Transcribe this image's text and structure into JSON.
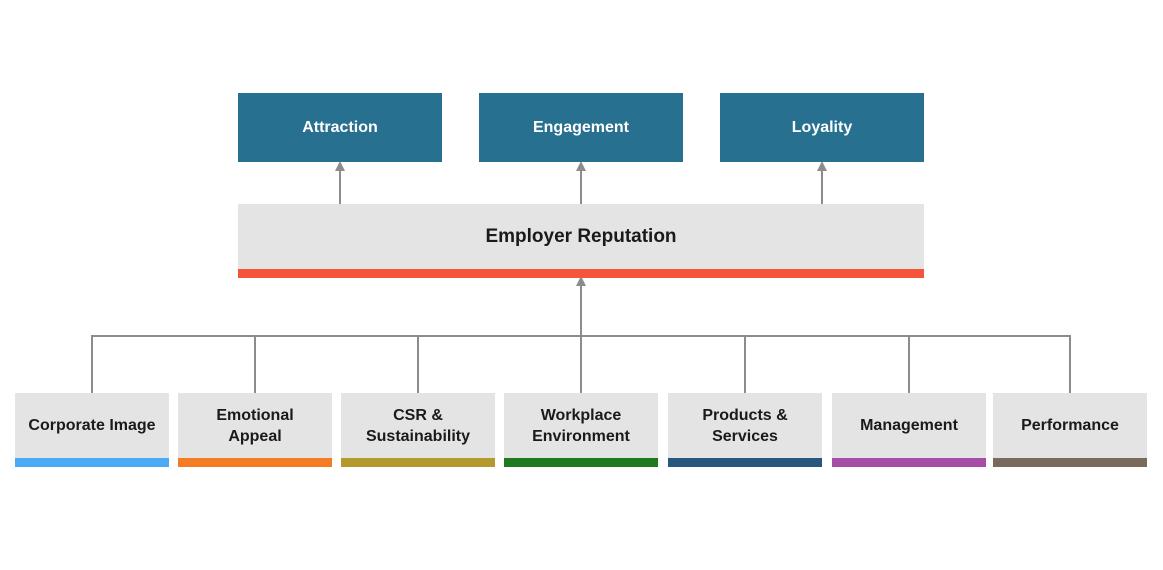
{
  "outcomes": [
    {
      "label": "Attraction"
    },
    {
      "label": "Engagement"
    },
    {
      "label": "Loyality"
    }
  ],
  "center": {
    "label": "Employer Reputation",
    "color": "#f4553a"
  },
  "factors": [
    {
      "label": "Corporate Image",
      "color": "#4aabf4"
    },
    {
      "label": "Emotional Appeal",
      "color": "#f47d24"
    },
    {
      "label": "CSR & Sustainability",
      "color": "#b49a2c"
    },
    {
      "label": "Workplace Environment",
      "color": "#1f7a1f"
    },
    {
      "label": "Products & Services",
      "color": "#27567f"
    },
    {
      "label": "Management",
      "color": "#a64da6"
    },
    {
      "label": "Performance",
      "color": "#7a6a5c"
    }
  ],
  "colors": {
    "outcome_fill": "#27708f",
    "box_fill": "#e4e4e4",
    "connector": "#8c8c8c"
  }
}
